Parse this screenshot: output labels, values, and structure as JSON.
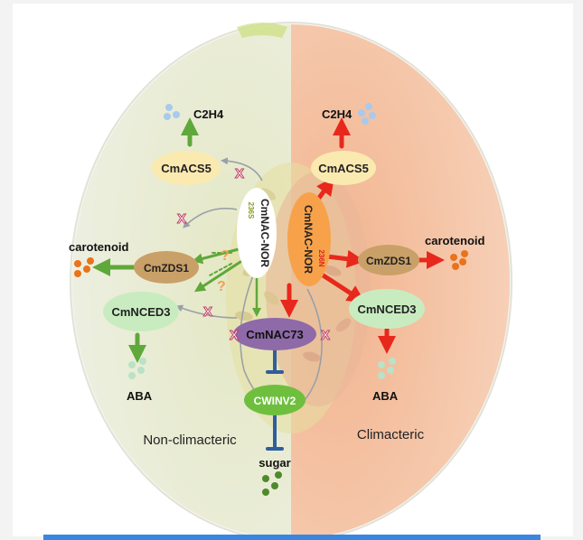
{
  "colors": {
    "left_flesh": "#eceedd",
    "right_flesh": "#f5c3a6",
    "rind": "#f8f8f4",
    "green_arrow": "#5fa83a",
    "red_arrow": "#e8281c",
    "inhibit": "#2f5e9e",
    "cmacs5": "#fbeab0",
    "cmzds1": "#c9a067",
    "cmnced3": "#c8ecc0",
    "cmnac73": "#8e6aa8",
    "cwinv2": "#6fbf3f",
    "nor_left": "#ffffff",
    "nor_right": "#f7a24a"
  },
  "left": {
    "c2h4": "C2H4",
    "cmacs5": "CmACS5",
    "nor": "CmNAC-NOR",
    "nor_variant": "236S",
    "carotenoid": "carotenoid",
    "cmzds1": "CmZDS1",
    "cmnced3": "CmNCED3",
    "aba": "ABA",
    "question_1": "?",
    "question_2": "?",
    "caption": "Non-climacteric"
  },
  "right": {
    "c2h4": "C2H4",
    "cmacs5": "CmACS5",
    "nor": "CmNAC-NOR",
    "nor_variant": "236N",
    "carotenoid": "carotenoid",
    "cmzds1": "CmZDS1",
    "cmnced3": "CmNCED3",
    "aba": "ABA",
    "caption": "Climacteric"
  },
  "center": {
    "cmnac73": "CmNAC73",
    "cwinv2": "CWINV2",
    "sugar": "sugar"
  },
  "blocked_marker": "X",
  "icons": [
    "molecule-dots-icon",
    "block-x-icon",
    "inhibit-bar-icon"
  ]
}
